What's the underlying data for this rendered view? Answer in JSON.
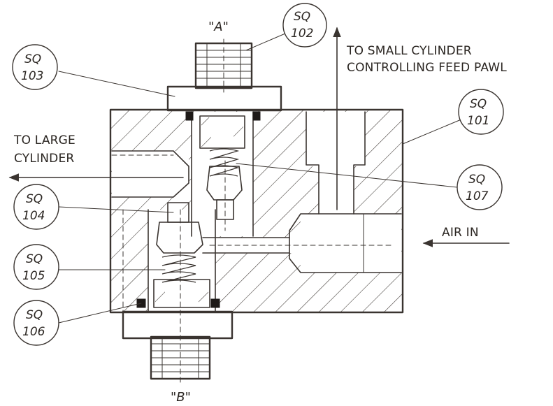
{
  "port_labels": {
    "top": "\"A\"",
    "bottom": "\"B\""
  },
  "flow_labels": {
    "small_cylinder_line1": "TO SMALL CYLINDER",
    "small_cylinder_line2": "CONTROLLING FEED PAWL",
    "large_cylinder_line1": "TO LARGE",
    "large_cylinder_line2": "CYLINDER",
    "air_in": "AIR IN"
  },
  "callouts": {
    "sq101": {
      "prefix": "SQ",
      "number": "101"
    },
    "sq102": {
      "prefix": "SQ",
      "number": "102"
    },
    "sq103": {
      "prefix": "SQ",
      "number": "103"
    },
    "sq104": {
      "prefix": "SQ",
      "number": "104"
    },
    "sq105": {
      "prefix": "SQ",
      "number": "105"
    },
    "sq106": {
      "prefix": "SQ",
      "number": "106"
    },
    "sq107": {
      "prefix": "SQ",
      "number": "107"
    }
  },
  "colors": {
    "ink": "#3a3430",
    "paper": "#ffffff"
  }
}
